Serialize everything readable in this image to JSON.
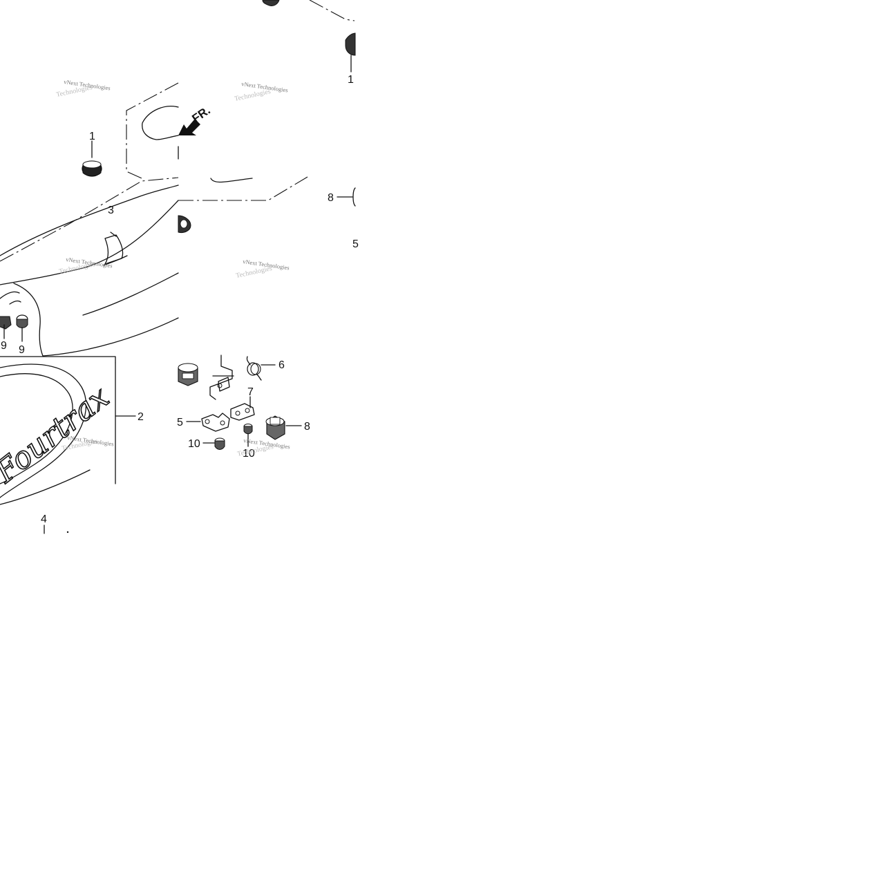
{
  "diagram": {
    "callouts": {
      "c1a": "1",
      "c1b": "1",
      "c2": "2",
      "c3": "3",
      "c4": "4",
      "c5a": "5",
      "c5b": "5",
      "c6": "6",
      "c7": "7",
      "c8a": "8",
      "c8b": "8",
      "c9a": "9",
      "c9b": "9",
      "c10a": "10",
      "c10b": "10"
    },
    "direction_label": "FR.",
    "brand_text": "Fourtrax",
    "watermarks": [
      "vNext Technologies",
      "vNext Technologies",
      "vNext Technologies",
      "vNext Technologies",
      "vNext Technologies",
      "vNext Technologies"
    ],
    "watermark_ghosts": [
      "Technologies",
      "Technologies",
      "Technologies",
      "Technologies",
      "Technologies",
      "Technologies"
    ]
  }
}
